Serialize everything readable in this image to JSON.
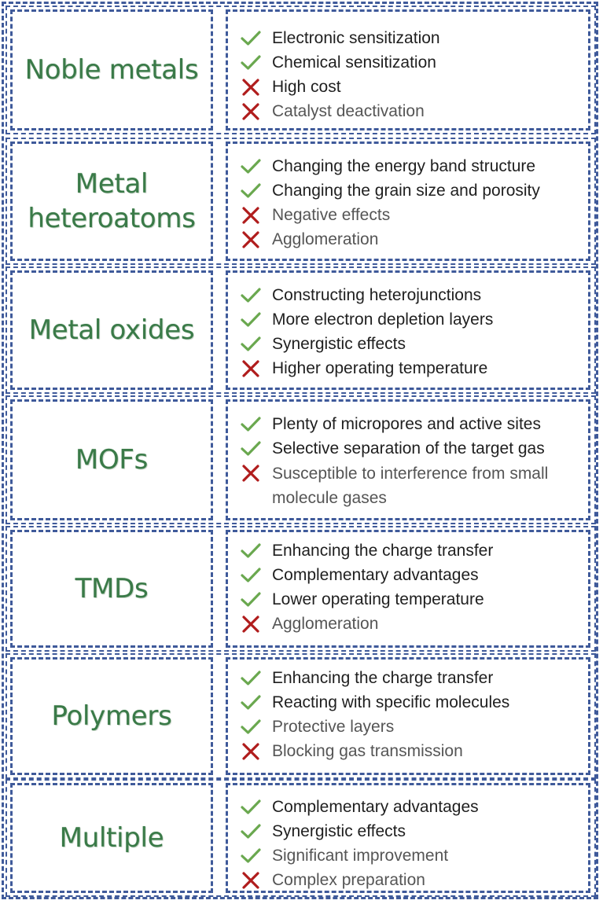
{
  "colors": {
    "border": "#3f5a9a",
    "category_text": "#3a7a48",
    "check": "#6aa84f",
    "cross": "#b01c1c"
  },
  "rows": [
    {
      "category": "Noble metals",
      "items": [
        {
          "icon": "check-icon",
          "text": "Electronic sensitization"
        },
        {
          "icon": "check-icon",
          "text": "Chemical sensitization"
        },
        {
          "icon": "cross-icon",
          "text": "High cost"
        },
        {
          "icon": "cross-icon",
          "text": "Catalyst deactivation"
        }
      ]
    },
    {
      "category": "Metal\nheteroatoms",
      "items": [
        {
          "icon": "check-icon",
          "text": "Changing the energy band structure"
        },
        {
          "icon": "check-icon",
          "text": "Changing the grain size and porosity"
        },
        {
          "icon": "cross-icon",
          "text": "Negative effects"
        },
        {
          "icon": "cross-icon",
          "text": "Agglomeration"
        }
      ]
    },
    {
      "category": "Metal oxides",
      "items": [
        {
          "icon": "check-icon",
          "text": "Constructing heterojunctions"
        },
        {
          "icon": "check-icon",
          "text": "More electron depletion layers"
        },
        {
          "icon": "check-icon",
          "text": "Synergistic effects"
        },
        {
          "icon": "cross-icon",
          "text": "Higher operating temperature"
        }
      ]
    },
    {
      "category": "MOFs",
      "items": [
        {
          "icon": "check-icon",
          "text": "Plenty of micropores and active sites"
        },
        {
          "icon": "check-icon",
          "text": "Selective separation of the target gas"
        },
        {
          "icon": "cross-icon",
          "text": "Susceptible to interference from small molecule gases"
        }
      ]
    },
    {
      "category": "TMDs",
      "items": [
        {
          "icon": "check-icon",
          "text": "Enhancing the charge transfer"
        },
        {
          "icon": "check-icon",
          "text": "Complementary advantages"
        },
        {
          "icon": "check-icon",
          "text": "Lower operating temperature"
        },
        {
          "icon": "cross-icon",
          "text": "Agglomeration"
        }
      ]
    },
    {
      "category": "Polymers",
      "items": [
        {
          "icon": "check-icon",
          "text": "Enhancing the charge transfer"
        },
        {
          "icon": "check-icon",
          "text": "Reacting with specific molecules"
        },
        {
          "icon": "check-icon",
          "text": "Protective layers"
        },
        {
          "icon": "cross-icon",
          "text": "Blocking gas transmission"
        }
      ]
    },
    {
      "category": "Multiple",
      "items": [
        {
          "icon": "check-icon",
          "text": "Complementary advantages"
        },
        {
          "icon": "check-icon",
          "text": "Synergistic effects"
        },
        {
          "icon": "check-icon",
          "text": "Significant improvement"
        },
        {
          "icon": "cross-icon",
          "text": "Complex preparation"
        }
      ]
    }
  ]
}
